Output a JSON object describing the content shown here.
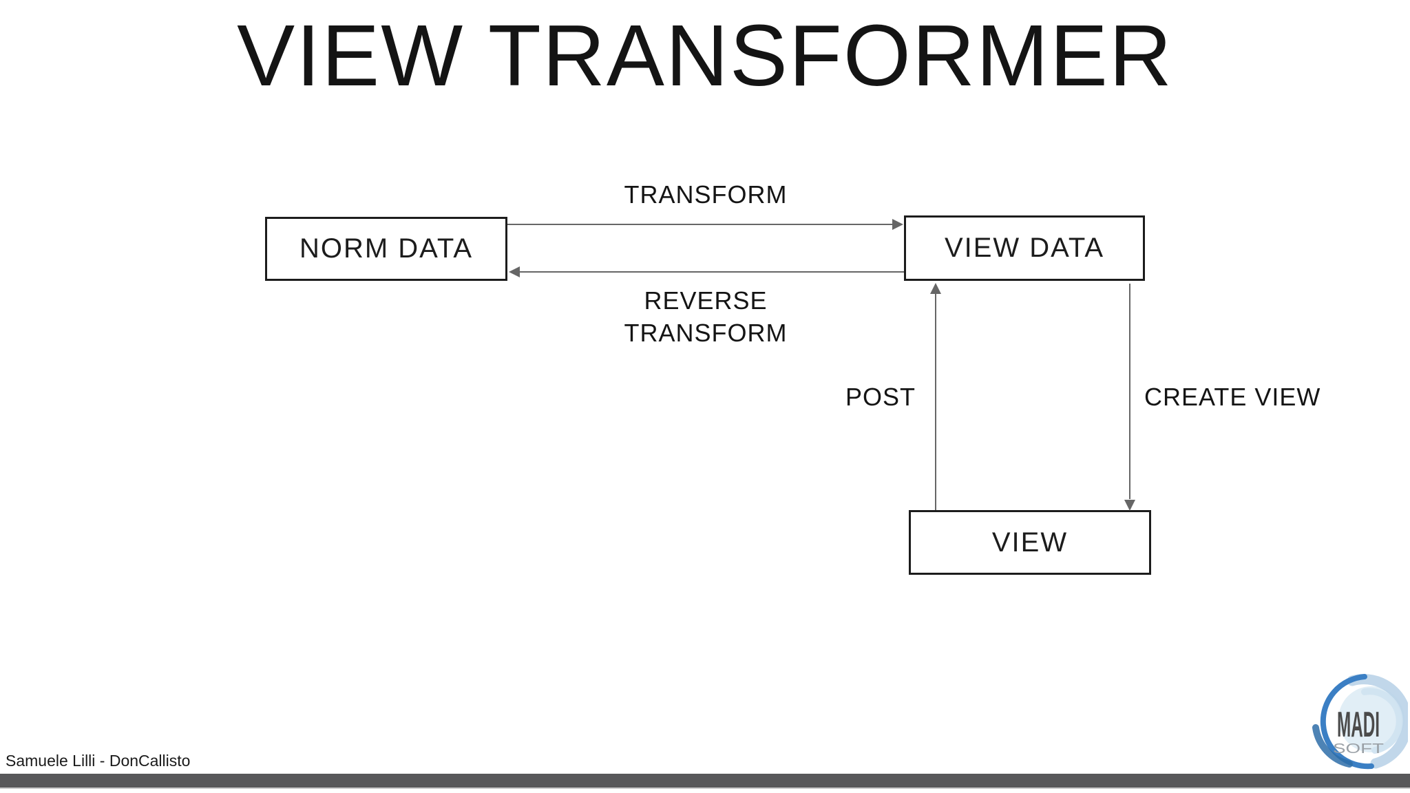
{
  "slide": {
    "title": "VIEW TRANSFORMER",
    "footer_author": "Samuele Lilli - DonCallisto"
  },
  "diagram": {
    "nodes": [
      {
        "id": "norm-data",
        "label": "NORM DATA"
      },
      {
        "id": "view-data",
        "label": "VIEW DATA"
      },
      {
        "id": "view",
        "label": "VIEW"
      }
    ],
    "edges": [
      {
        "id": "transform",
        "from": "NORM DATA",
        "to": "VIEW DATA",
        "direction": "right",
        "label": "TRANSFORM"
      },
      {
        "id": "reverse-transform",
        "from": "VIEW DATA",
        "to": "NORM DATA",
        "direction": "left",
        "label": "REVERSE TRANSFORM",
        "label_line1": "REVERSE",
        "label_line2": "TRANSFORM"
      },
      {
        "id": "post",
        "from": "VIEW",
        "to": "VIEW DATA",
        "direction": "up",
        "label": "POST"
      },
      {
        "id": "create-view",
        "from": "VIEW DATA",
        "to": "VIEW",
        "direction": "down",
        "label": "CREATE VIEW"
      }
    ]
  },
  "logo": {
    "name": "madisoft-logo",
    "line1": "MADI",
    "line2": "SOFT"
  },
  "colors": {
    "background": "#ffffff",
    "text": "#141414",
    "box_border": "#1c1c1c",
    "arrow": "#666666",
    "footer_bar": "#58585a",
    "logo_blue": "#3b7fc4",
    "logo_blue_dark": "#2e6da8",
    "logo_light_blue": "#bad3e8",
    "logo_wash": "#dcebf5",
    "logo_text_dark": "#4a4a4a",
    "logo_text_gray": "#9aa0a6"
  }
}
